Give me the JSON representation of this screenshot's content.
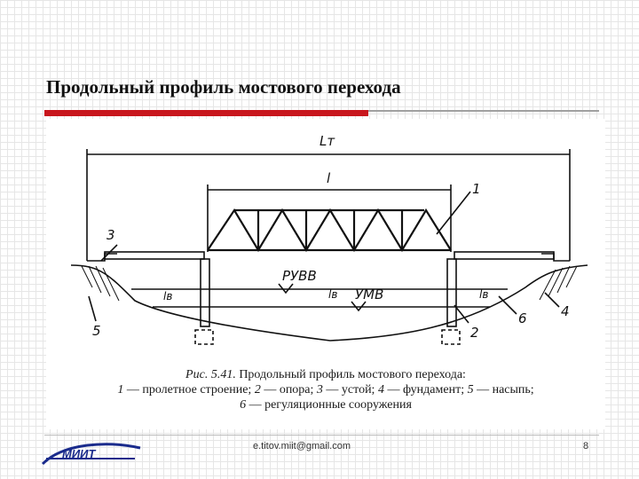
{
  "slide": {
    "title": "Продольный профиль мостового перехода",
    "email": "e.titov.miit@gmail.com",
    "page_number": "8",
    "logo_text": "МИИТ"
  },
  "figure": {
    "labels": {
      "total_length": "Lт",
      "span_length": "l",
      "rh_level": "РУВВ",
      "low_level": "УМВ",
      "water_width": "lв",
      "side_water_left": "lв",
      "side_water_right": "lв"
    },
    "callouts": [
      "1",
      "2",
      "3",
      "4",
      "5",
      "6"
    ],
    "caption": {
      "ref": "Рис. 5.41.",
      "title": " Продольный профиль мостового перехода:",
      "line2": [
        {
          "num": "1",
          "text": " — пролетное строение; "
        },
        {
          "num": "2",
          "text": " — опора; "
        },
        {
          "num": "3",
          "text": " — устой; "
        },
        {
          "num": "4",
          "text": " — фундамент; "
        },
        {
          "num": "5",
          "text": " — насыпь;"
        }
      ],
      "line3": [
        {
          "num": "6",
          "text": " — регуляционные сооружения"
        }
      ]
    }
  },
  "colors": {
    "accent_red": "#c8161d",
    "rule_gray": "#a0a0a0",
    "logo_blue": "#1a2b8c"
  }
}
